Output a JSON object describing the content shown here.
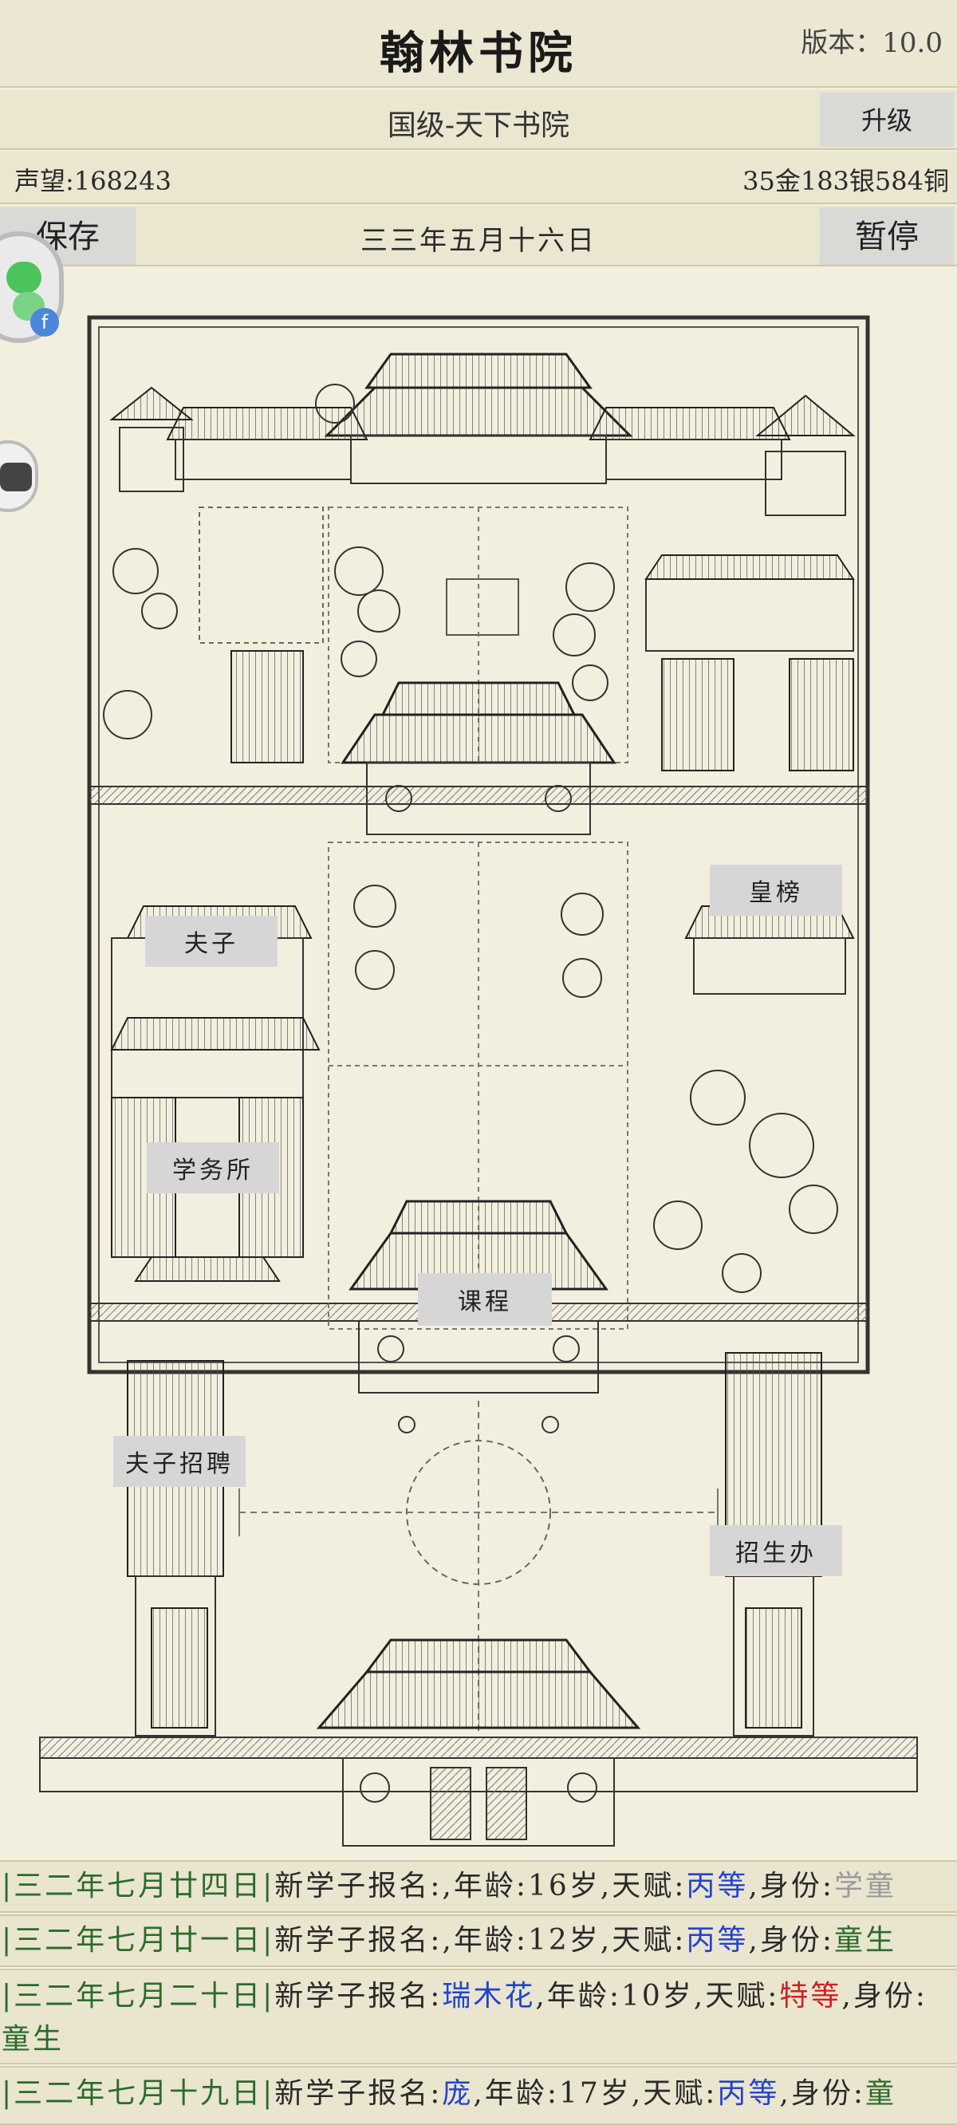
{
  "header": {
    "title": "翰林书院",
    "version": "版本：10.0"
  },
  "rank_bar": {
    "rank": "国级-天下书院",
    "upgrade_label": "升级"
  },
  "resources": {
    "reputation": "声望:168243",
    "money": "35金183银584铜"
  },
  "actions": {
    "save_label": "保存",
    "pause_label": "暂停",
    "date": "三三年五月十六日"
  },
  "float_widgets": {
    "badge": "f"
  },
  "map_labels": {
    "imperial_list": "皇榜",
    "masters": "夫子",
    "academic_office": "学务所",
    "courses": "课程",
    "hire_masters": "夫子招聘",
    "admissions": "招生办"
  },
  "news": [
    {
      "date": "|三二年七月廿四日|",
      "prefix": "新学子报名:",
      "name": "",
      "age": ",年龄:16岁,天赋:",
      "talent": "丙等",
      "status_label": ",身份:",
      "status": "学童"
    },
    {
      "date": "|三二年七月廿一日|",
      "prefix": "新学子报名:",
      "name": "",
      "age": ",年龄:12岁,天赋:",
      "talent": "丙等",
      "status_label": ",身份:",
      "status": "童生"
    },
    {
      "date": "|三二年七月二十日|",
      "prefix": "新学子报名:",
      "name": "瑞木花",
      "age": ",年龄:10岁,天赋:",
      "talent": "特等",
      "status_label": ",身份:",
      "status": "童生"
    },
    {
      "date": "|三二年七月十九日|",
      "prefix": "新学子报名:",
      "name": "庞",
      "age": ",年龄:17岁,天赋:",
      "talent": "丙等",
      "status_label": ",身份:",
      "status": "童"
    }
  ],
  "colors": {
    "background": "#f3efde",
    "bar": "#ebe6d0",
    "button": "#d9d9d6",
    "date_green": "#2c6b2c",
    "talent_blue": "#2244cc",
    "talent_red": "#d02020",
    "status_gray": "#9a9a9a"
  }
}
